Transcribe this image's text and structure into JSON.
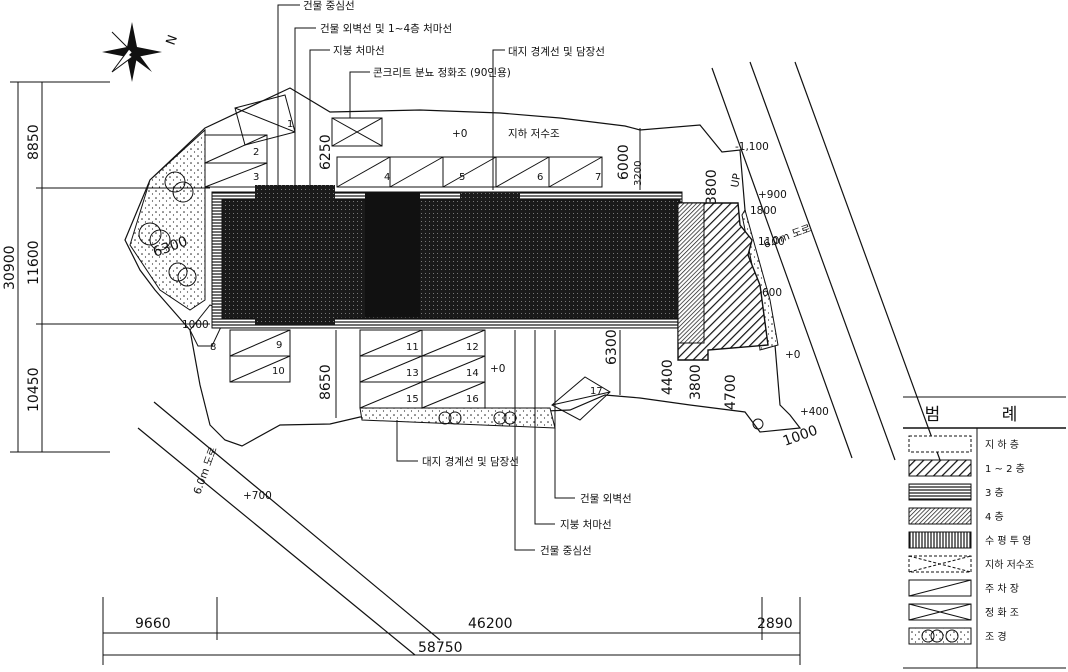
{
  "callouts": {
    "top": [
      "건물 중심선",
      "건물 외벽선 및 1~4층 처마선",
      "지붕 처마선",
      "콘크리트 분뇨 정화조 (90인용)",
      "대지 경계선 및 담장선"
    ],
    "bottom": [
      "대지 경계선 및 담장선",
      "건물 외벽선",
      "지붕 처마선",
      "건물 중심선"
    ],
    "underground_tank": "지하 저수조"
  },
  "elevations": {
    "zero_a": "+0",
    "zero_b": "+0",
    "zero_c": "+0",
    "minus_1100": "-1,100",
    "plus_900": "+900",
    "plus_400": "+400",
    "plus_700": "+700"
  },
  "dimensions": {
    "left_total": "30900",
    "left_1": "8850",
    "left_2": "11600",
    "left_3": "10450",
    "bottom_1": "9660",
    "bottom_2": "46200",
    "bottom_3": "2890",
    "bottom_total": "58750",
    "d6300_left": "6300",
    "d6250": "6250",
    "d6000": "6000",
    "d3200": "3200",
    "d3800_top": "3800",
    "d1800": "1800",
    "d8650": "8650",
    "d6300_right": "6300",
    "d4400": "4400",
    "d3800_bottom": "3800",
    "d4700": "4700",
    "d1000": "1000",
    "d1000_left": "1000",
    "d1100": "1100",
    "d600_right": "600"
  },
  "roads": {
    "east_label": "6.0m 도로",
    "west_label": "6.0m 도로",
    "up_label": "UP"
  },
  "parking_numbers": [
    "1",
    "2",
    "3",
    "4",
    "5",
    "6",
    "7",
    "8",
    "9",
    "10",
    "11",
    "12",
    "13",
    "14",
    "15",
    "16",
    "17"
  ],
  "north_label": "N",
  "legend": {
    "title": "범 례",
    "items": [
      {
        "label": "지 하 층"
      },
      {
        "label": "1 ~ 2 층"
      },
      {
        "label": "3 층"
      },
      {
        "label": "4 층"
      },
      {
        "label": "수 평 투 영"
      },
      {
        "label": "지하 저수조"
      },
      {
        "label": "주 차 장"
      },
      {
        "label": "정 화 조"
      },
      {
        "label": "조 경"
      }
    ]
  }
}
